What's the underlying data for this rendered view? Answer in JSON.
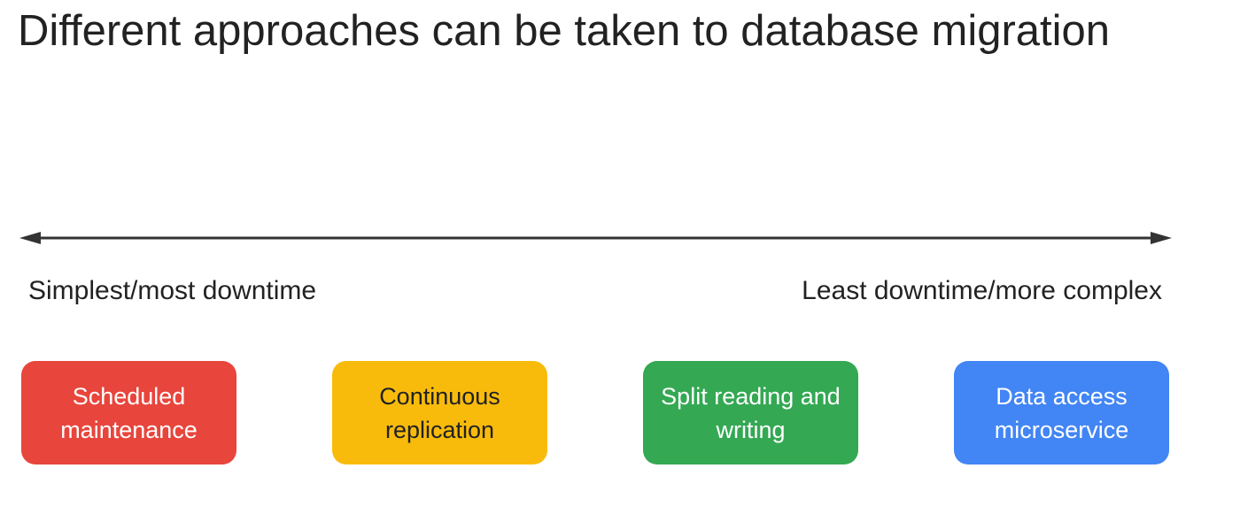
{
  "title": "Different approaches can be taken to database migration",
  "spectrum": {
    "left_label": "Simplest/most downtime",
    "right_label": "Least downtime/more complex"
  },
  "approaches": [
    {
      "label": "Scheduled maintenance",
      "color": "#E8453C",
      "text_color": "#FFFFFF"
    },
    {
      "label": "Continuous replication",
      "color": "#F9BB0B",
      "text_color": "#202124"
    },
    {
      "label": "Split reading and writing",
      "color": "#34A853",
      "text_color": "#FFFFFF"
    },
    {
      "label": "Data access microservice",
      "color": "#4285F4",
      "text_color": "#FFFFFF"
    }
  ],
  "arrow_color": "#333333"
}
